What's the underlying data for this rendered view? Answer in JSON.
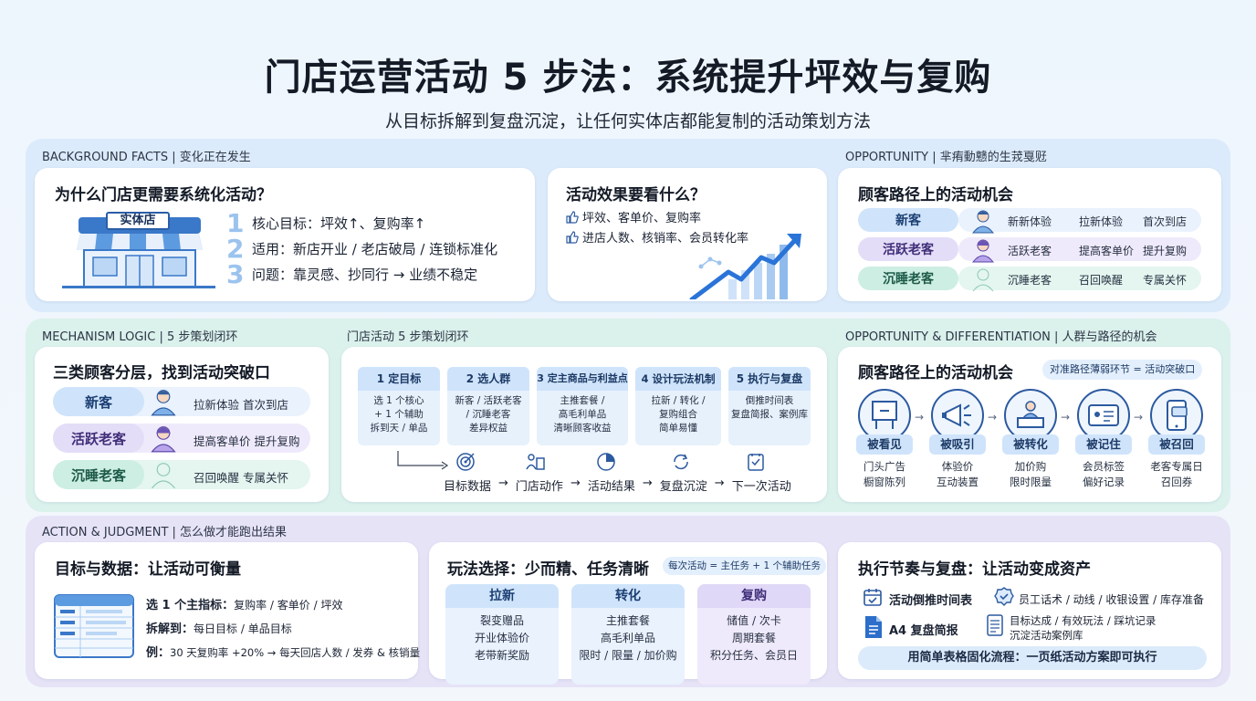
{
  "header": {
    "title": "门店运营活动 5 步法：系统提升坪效与复购",
    "subtitle": "从目标拆解到复盘沉淀，让任何实体店都能复制的活动策划方法"
  },
  "band1": {
    "label_left": "BACKGROUND FACTS | 变化正在发生",
    "label_right": "OPPORTUNITY | 芈痏動戆的生茙戛觃",
    "why": {
      "title": "为什么门店更需要系统化活动？",
      "store_sign": "实体店",
      "points": [
        {
          "num": "1",
          "text": "核心目标：坪效↑、复购率↑"
        },
        {
          "num": "2",
          "text": "适用：新店开业 / 老店破局 / 连锁标准化"
        },
        {
          "num": "3",
          "text": "问题：靠灵感、抄同行 → 业绩不稳定"
        }
      ]
    },
    "effect": {
      "title": "活动效果要看什么？",
      "items": [
        "坪效、客单价、复购率",
        "进店人数、核销率、会员转化率"
      ]
    },
    "path": {
      "title": "顾客路径上的活动机会",
      "rows": [
        {
          "label": "新客",
          "tags": [
            "新新体验",
            "拉新体验",
            "首次到店"
          ]
        },
        {
          "label": "活跃老客",
          "tags": [
            "活跃老客",
            "提高客单价",
            "提升复购"
          ]
        },
        {
          "label": "沉睡老客",
          "tags": [
            "沉睡老客",
            "召回唤醒",
            "专属关怀"
          ]
        }
      ]
    }
  },
  "band2": {
    "label_left": "MECHANISM LOGIC | 5 步策划闭环",
    "label_mid": "门店活动 5 步策划闭环",
    "label_right": "OPPORTUNITY & DIFFERENTIATION | 人群与路径的机会",
    "segments": {
      "title": "三类顾客分层，找到活动突破口",
      "rows": [
        {
          "label": "新客",
          "text": "拉新体验  首次到店"
        },
        {
          "label": "活跃老客",
          "text": "提高客单价  提升复购"
        },
        {
          "label": "沉睡老客",
          "text": "召回唤醒  专属关怀"
        }
      ]
    },
    "steps": [
      {
        "head": "1 定目标",
        "body": [
          "选 1 个核心",
          "+ 1 个辅助",
          "拆到天 / 单品"
        ]
      },
      {
        "head": "2 选人群",
        "body": [
          "新客 / 活跃老客",
          "/ 沉睡老客",
          "差异权益"
        ]
      },
      {
        "head": "3 定主商品与利益点",
        "body": [
          "主推套餐 /",
          "高毛利单品",
          "清晰顾客收益"
        ]
      },
      {
        "head": "4 设计玩法机制",
        "body": [
          "拉新 / 转化 /",
          "复购组合",
          "简单易懂"
        ]
      },
      {
        "head": "5 执行与复盘",
        "body": [
          "倒推时间表",
          "复盘简报、案例库"
        ]
      }
    ],
    "flow": [
      "目标数据",
      "→",
      "门店动作",
      "→",
      "活动结果",
      "→",
      "复盘沉淀",
      "→",
      "下一次活动"
    ],
    "journey": {
      "title": "顾客路径上的活动机会",
      "badge": "对准路径薄弱环节 = 活动突破口",
      "nodes": [
        {
          "label": "被看见",
          "sub": [
            "门头广告",
            "橱窗陈列"
          ]
        },
        {
          "label": "被吸引",
          "sub": [
            "体验价",
            "互动装置"
          ]
        },
        {
          "label": "被转化",
          "sub": [
            "加价购",
            "限时限量"
          ]
        },
        {
          "label": "被记住",
          "sub": [
            "会员标签",
            "偏好记录"
          ]
        },
        {
          "label": "被召回",
          "sub": [
            "老客专属日",
            "召回券"
          ]
        }
      ]
    }
  },
  "band3": {
    "label_left": "ACTION & JUDGMENT | 怎么做才能跑出结果",
    "goal": {
      "title": "目标与数据：让活动可衡量",
      "lines": [
        {
          "bold": "选 1 个主指标：",
          "text": "复购率 / 客单价 / 坪效"
        },
        {
          "bold": "拆解到：",
          "text": "每日目标 / 单品目标"
        },
        {
          "bold": "例：",
          "text": "30 天复购率 +20% → 每天回店人数 / 发券 & 核销量"
        }
      ]
    },
    "play": {
      "title": "玩法选择：少而精、任务清晰",
      "badge": "每次活动 = 主任务 + 1 个辅助任务",
      "cols": [
        {
          "head": "拉新",
          "items": [
            "裂变赠品",
            "开业体验价",
            "老带新奖励"
          ]
        },
        {
          "head": "转化",
          "items": [
            "主推套餐",
            "高毛利单品",
            "限时 / 限量 / 加价购"
          ]
        },
        {
          "head": "复购",
          "items": [
            "储值 / 次卡",
            "周期套餐",
            "积分任务、会员日"
          ]
        }
      ]
    },
    "exec": {
      "title": "执行节奏与复盘：让活动变成资产",
      "items": [
        {
          "label": "活动倒推时间表"
        },
        {
          "label": "员工话术 / 动线 / 收银设置 / 库存准备"
        },
        {
          "label": "A4 复盘简报"
        },
        {
          "label": "目标达成 / 有效玩法 / 踩坑记录"
        },
        {
          "label": "沉淀活动案例库"
        }
      ],
      "footer": "用简单表格固化流程：一页纸活动方案即可执行"
    }
  }
}
